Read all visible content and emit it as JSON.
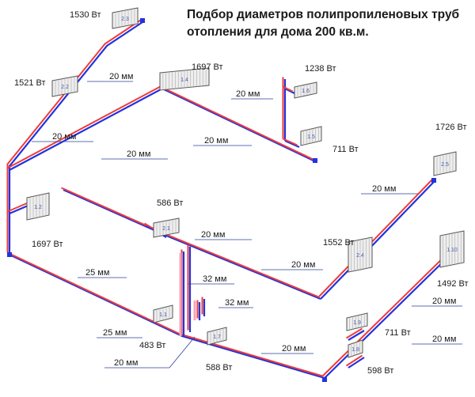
{
  "title_lines": [
    "Подбор диаметров полипропиленовых труб",
    "отопления для дома 200 кв.м."
  ],
  "colors": {
    "supply": "#ee3b3b",
    "return": "#2233dd",
    "pink": "#f5a5b8",
    "leader": "#2a3f9a",
    "radiator_body": "#eeeeee",
    "radiator_stroke": "#555555",
    "text": "#1a1a1a"
  },
  "radiators": [
    {
      "id": "2.3",
      "power": "1530 Вт"
    },
    {
      "id": "2.2",
      "power": "1521 Вт"
    },
    {
      "id": "1.4",
      "power": "1697 Вт"
    },
    {
      "id": "1.6",
      "power": "1238 Вт"
    },
    {
      "id": "1.5",
      "power": "711 Вт"
    },
    {
      "id": "2.5",
      "power": "1726 Вт"
    },
    {
      "id": "1.2",
      "power": "1697 Вт"
    },
    {
      "id": "2.1",
      "power": "586 Вт"
    },
    {
      "id": "2.4",
      "power": "1552 Вт"
    },
    {
      "id": "1.10",
      "power": "1492 Вт"
    },
    {
      "id": "1.1",
      "power": "483 Вт"
    },
    {
      "id": "1.7",
      "power": "588 Вт"
    },
    {
      "id": "1.9",
      "power": "711 Вт"
    },
    {
      "id": "1.8",
      "power": "598 Вт"
    }
  ],
  "pipe_labels": [
    "20 мм",
    "20 мм",
    "20 мм",
    "20 мм",
    "20 мм",
    "20 мм",
    "20 мм",
    "20 мм",
    "25 мм",
    "32 мм",
    "32 мм",
    "20 мм",
    "20 мм",
    "25 мм",
    "20 мм",
    "20 мм"
  ]
}
